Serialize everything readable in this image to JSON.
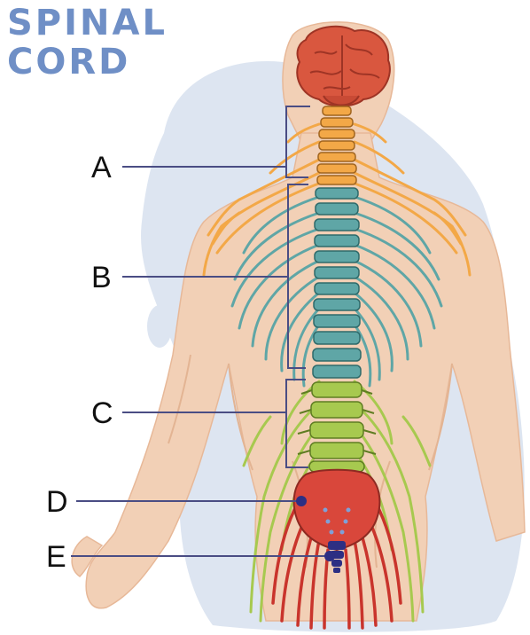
{
  "title": {
    "line1": "SPINAL",
    "line2": "CORD"
  },
  "labels": {
    "a": "A",
    "b": "B",
    "c": "C",
    "d": "D",
    "e": "E"
  },
  "colors": {
    "title": "#6f8fc6",
    "background_blob": "#dde5f1",
    "skin": "#f2d0b6",
    "brain": "#d9573f",
    "cervical": "#f3a847",
    "thoracic": "#5fa6a6",
    "lumbar": "#a7c94f",
    "sacrum": "#d9473b",
    "coccyx": "#2d2f83",
    "nerves_sacral": "#c9342c",
    "bracket": "#4a4d84"
  },
  "icons": {
    "figure": "human-body-back-view"
  }
}
